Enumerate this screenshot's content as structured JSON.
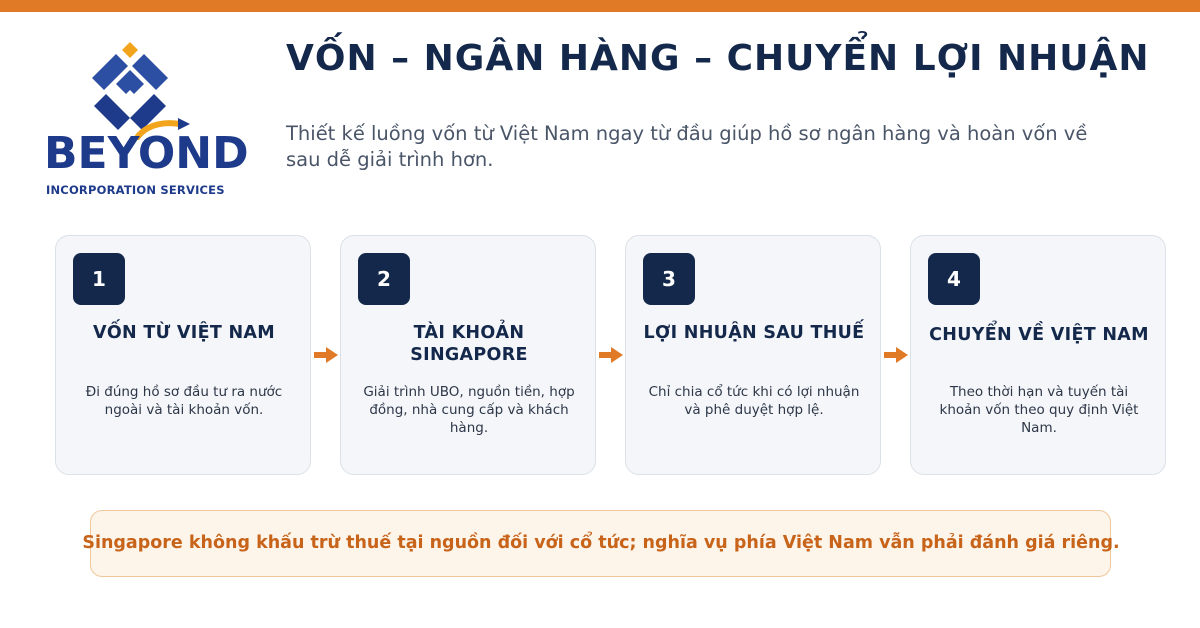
{
  "brand": {
    "logo_word": "BEYOND",
    "logo_sub": "INCORPORATION SERVICES",
    "colors": {
      "accent": "#e07a26",
      "navy": "#13284a",
      "logo_blue": "#1e3a8a",
      "logo_gold": "#f2a51c"
    }
  },
  "header": {
    "title": "VỐN – NGÂN HÀNG – CHUYỂN LỢI NHUẬN",
    "subtitle": "Thiết kế luồng vốn từ Việt Nam ngay từ đầu giúp hồ sơ ngân hàng và hoàn vốn về sau dễ giải trình hơn."
  },
  "steps": [
    {
      "number": "1",
      "title": "VỐN TỪ VIỆT NAM",
      "description": "Đi đúng hồ sơ đầu tư ra nước ngoài và tài khoản vốn."
    },
    {
      "number": "2",
      "title": "TÀI KHOẢN SINGAPORE",
      "description": "Giải trình UBO, nguồn tiền, hợp đồng, nhà cung cấp và khách hàng."
    },
    {
      "number": "3",
      "title": "LỢI NHUẬN SAU THUẾ",
      "description": "Chỉ chia cổ tức khi có lợi nhuận và phê duyệt hợp lệ."
    },
    {
      "number": "4",
      "title": "CHUYỂN VỀ VIỆT NAM",
      "description": "Theo thời hạn và tuyến tài khoản vốn theo quy định Việt Nam."
    }
  ],
  "note": {
    "text": "Singapore không khấu trừ thuế tại nguồn đối với cổ tức; nghĩa vụ phía Việt Nam vẫn phải đánh giá riêng."
  }
}
